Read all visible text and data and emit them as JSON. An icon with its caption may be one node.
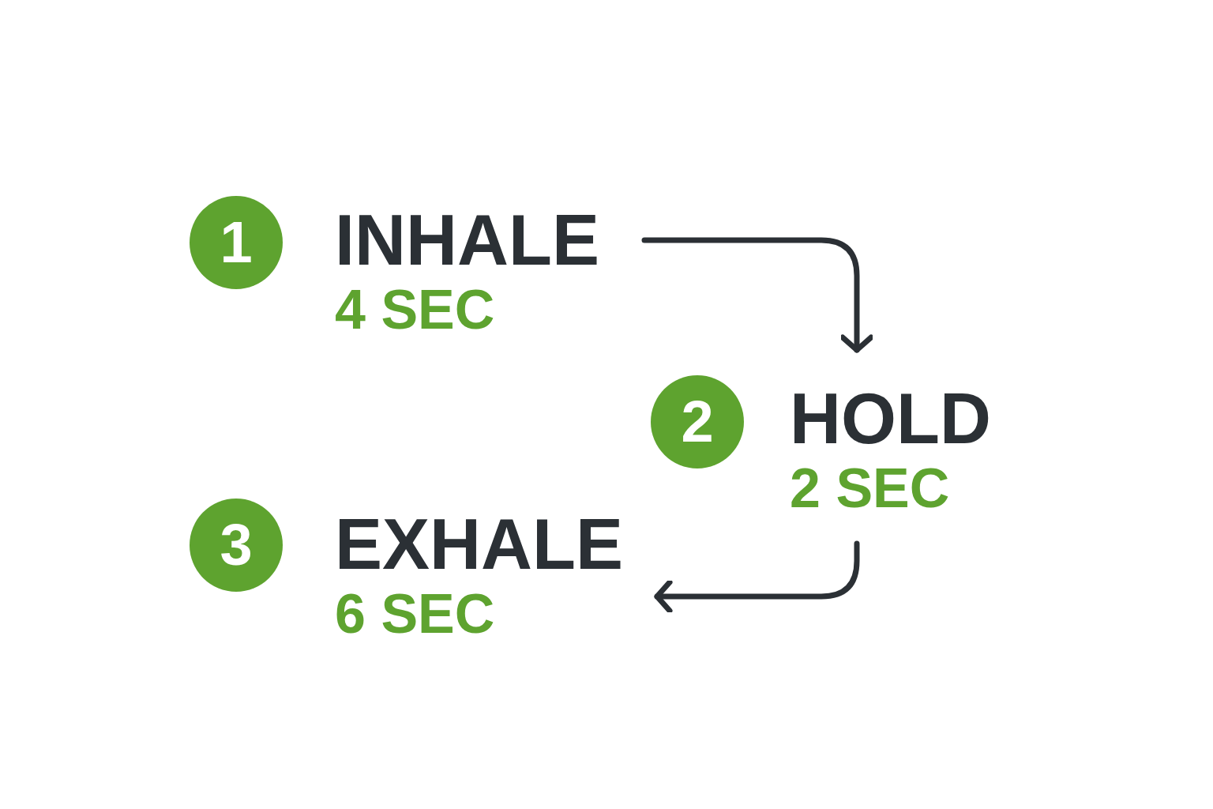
{
  "diagram": {
    "nodes": [
      {
        "text": [
          "1"
        ]
      },
      {
        "text": [
          "INHALE",
          "4 SEC"
        ]
      },
      {
        "text": [
          "2"
        ]
      },
      {
        "text": [
          "HOLD",
          "2 SEC"
        ]
      },
      {
        "text": [
          "3"
        ]
      },
      {
        "text": [
          "EXHALE",
          "6 SEC"
        ]
      }
    ],
    "edges": [
      {
        "from": 1,
        "to": 3,
        "arrow": "to"
      },
      {
        "from": 3,
        "to": 5,
        "arrow": "to"
      }
    ]
  }
}
